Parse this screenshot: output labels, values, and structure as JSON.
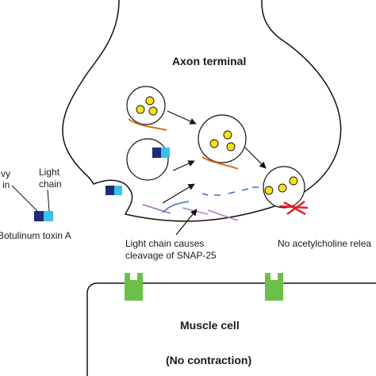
{
  "labels": {
    "axon_terminal": "Axon terminal",
    "heavy_chain_line1": "vy",
    "heavy_chain_line2": "in",
    "light_chain_line1": "Light",
    "light_chain_line2": "chain",
    "toxin": "Botulinum toxin A",
    "cleavage_line1": "Light chain causes",
    "cleavage_line2": "cleavage of SNAP-25",
    "no_ach": "No acetylcholine relea",
    "muscle_cell": "Muscle cell",
    "no_contraction": "(No contraction)"
  },
  "colors": {
    "heavy_chain": "#1f2a78",
    "light_chain": "#3ac0ec",
    "snare_orange": "#d9701c",
    "snare_purple": "#b07ac0",
    "snare_blue": "#3f6fb5",
    "vesicle_fill": "#f7e21a",
    "receptor_green": "#6cc04a",
    "block_red": "#e0202a"
  }
}
